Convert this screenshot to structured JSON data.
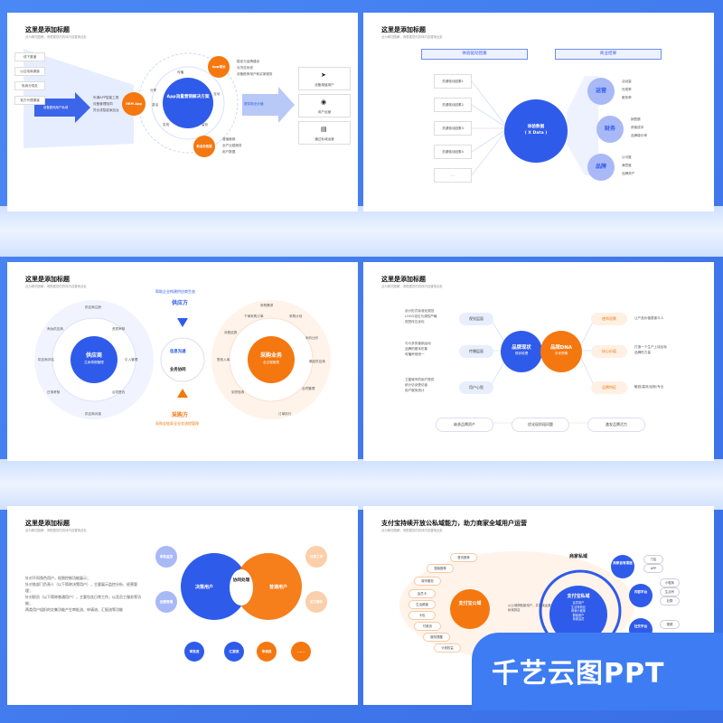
{
  "slide_title": "这里是添加标题",
  "slide_sub": "此为概况图解，请根据您的具体内容替换此处",
  "slide6_title": "支付宝持续开放公私域能力，助力商家全域用户运营",
  "s1": {
    "left_tags": [
      "线下渠道",
      "以往电商渠道",
      "电商分成处",
      "官方代理渠道"
    ],
    "arrow_left": "设备配网用户私域",
    "left_notes": [
      "年满APP智能工具",
      "设备管理陪同",
      "异业或智能家品台"
    ],
    "oem": "OEM App",
    "center": "App流量营销解决方案",
    "ring": [
      "传播",
      "分享",
      "互动",
      "发现",
      "留存",
      "激活"
    ],
    "app_node": "App增长",
    "app_notes": [
      "稳定与品牌建设",
      "月货总系统",
      "设备推荐用户和买家服务"
    ],
    "new_node": "新业务拓展",
    "new_notes": [
      "增值营销",
      "全产业链服务",
      "用户数据"
    ],
    "arrow_right": "提供商业价值",
    "right": [
      "设备增值用户",
      "用户运营",
      "通过私域运营"
    ]
  },
  "s2": {
    "h1": "体验驱动因素",
    "h2": "商业结果",
    "inputs": [
      "关键驱动因素1",
      "关键驱动因素2",
      "关键驱动因素3",
      "关键驱动因素4",
      "..."
    ],
    "center": "体验数据\n( X Data )",
    "out": [
      {
        "name": "运营",
        "items": [
          "活动量",
          "完成率",
          "服务率"
        ]
      },
      {
        "name": "财务",
        "items": [
          "销售额",
          "获客成本",
          "品牌增长率"
        ]
      },
      {
        "name": "品牌",
        "items": [
          "认可度",
          "满意度",
          "品牌资产"
        ]
      }
    ]
  },
  "s3": {
    "top_note": "帮助企业构建供应商生态",
    "top": "供应方",
    "left_title": "供应商",
    "left_sub": "生命周期管理",
    "left_items": [
      "供应商注册",
      "资质审核",
      "引入管理",
      "合同签约",
      "供应商对接",
      "日常考核",
      "供应商评估",
      "淘汰供应商"
    ],
    "mid1": "信息沟通",
    "mid2": "业务协同",
    "right_title": "采购业务",
    "right_sub": "全过程管理",
    "right_items": [
      "采购需求",
      "采购计划",
      "询价比价",
      "确定供应商",
      "合同管理",
      "订单执行",
      "到货验收",
      "签收入库",
      "对账结算",
      "下单采购订单"
    ],
    "bottom": "采购方",
    "bottom_note": "采购全链条全业务流程管理"
  },
  "s4": {
    "left": [
      "视觉层面",
      "传播层面",
      "用户心智"
    ],
    "left_notes": [
      "设计形式标准化规范",
      "LOGO定位与调性严格",
      "视觉传达优化",
      "与众多的营销活动",
      "品牌的基本形象",
      "传播声音统一",
      "卫星城市的用户提供",
      "统计访谈受访者",
      "用户服务统计"
    ],
    "c1": "品牌现状",
    "c1s": "现状梳理",
    "c2": "品牌DNA",
    "c2s": "未来预期",
    "right": [
      "使命愿景",
      "核心价值",
      "品牌特征"
    ],
    "right_notes": [
      "让产品价值更被众人",
      "打造一个生产上线目标",
      "品牌的力量",
      "敏锐/高效/创新/专业"
    ],
    "bottom": [
      "继承品牌资产",
      "优化现阶段问题",
      "激发品牌活力"
    ]
  },
  "s5": {
    "text": [
      "针对不同角色用户，权限控制功能展示；",
      "针对各部门负责人（以下简称决策用户），主要展示监控分析、经营管理；",
      "针对职员（以下简称普通用户），主要包含日常工作，以及员工服务等功能；",
      "两类用户组织的交集功能产生审批流、申请流、汇报流等功能"
    ],
    "left": "决策用户",
    "mid": "协同处理",
    "right": "普通用户",
    "left_sats": [
      "审批监控",
      "经营管理"
    ],
    "right_sats": [
      "日常工作",
      "员工服务"
    ],
    "bottom": [
      "审批流",
      "汇报流",
      "申请流",
      "......"
    ]
  },
  "s6": {
    "left_big": "支付宝公域",
    "mid_note": "从公域获取新用户，并持续运营私域到店",
    "right_head": "商家私域",
    "right_big": "支付宝私域",
    "right_items": [
      "会员用户",
      "生活号粉丝",
      "商家小程序",
      "群组用户",
      "商家会员"
    ],
    "sats": [
      "商家自有渠道",
      "内容平台",
      "社交平台"
    ],
    "tags": [
      "首页推荐",
      "搜索推荐",
      "城市服务",
      "会员卡",
      "生活频道",
      "卡包",
      "付款页",
      "服务提醒",
      "计划权益"
    ],
    "side": [
      "门店",
      "APP",
      "小程序",
      "生活号",
      "社群",
      "视频"
    ]
  },
  "brand": "千艺云图PPT",
  "colors": {
    "blue": "#2f5bea",
    "orange": "#f5770f",
    "light": "#a9b9f7"
  }
}
